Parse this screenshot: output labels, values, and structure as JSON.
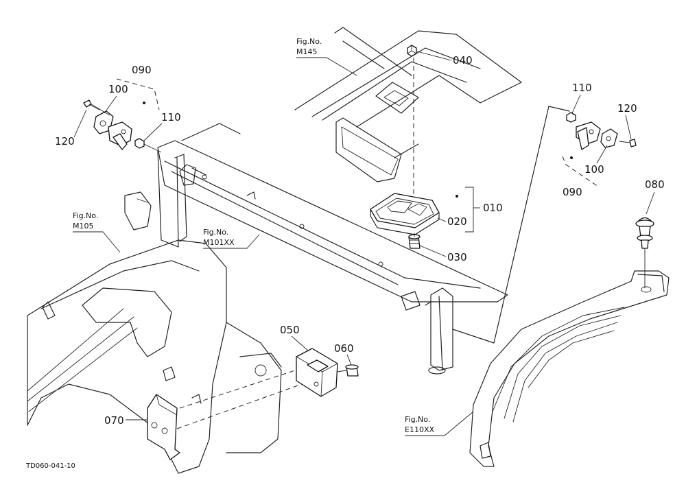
{
  "figure_refs": {
    "m145": {
      "line1": "Fig.No.",
      "line2": "M145"
    },
    "m105": {
      "line1": "Fig.No.",
      "line2": "M105"
    },
    "m101xx": {
      "line1": "Fig.No.",
      "line2": "M101XX"
    },
    "e110xx": {
      "line1": "Fig.No.",
      "line2": "E110XX"
    }
  },
  "callouts": {
    "left_090": "090",
    "left_100": "100",
    "left_110": "110",
    "left_120": "120",
    "p040": "040",
    "p010": "010",
    "p020": "020",
    "p030": "030",
    "right_110": "110",
    "right_120": "120",
    "right_100": "100",
    "right_090": "090",
    "p080": "080",
    "p050": "050",
    "p060": "060",
    "p070": "070"
  },
  "drawing_code": "TD060-041-10"
}
